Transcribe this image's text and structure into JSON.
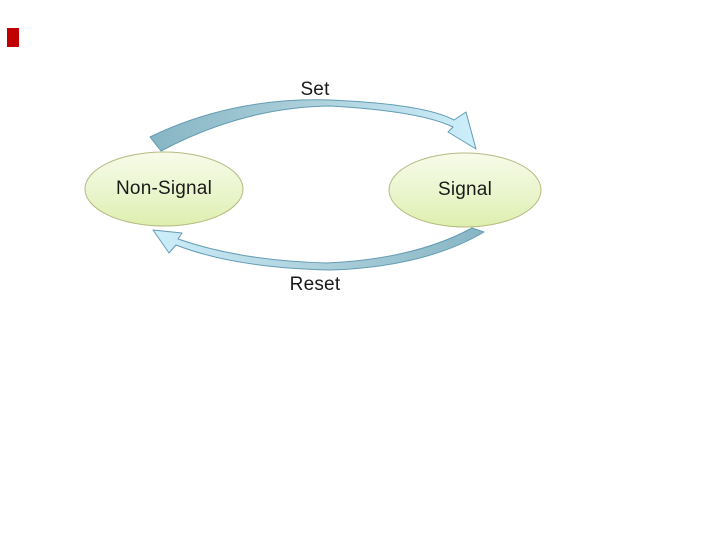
{
  "diagram": {
    "type": "state-cycle",
    "nodes": [
      {
        "id": "non-signal",
        "label": "Non-Signal",
        "shape": "ellipse"
      },
      {
        "id": "signal",
        "label": "Signal",
        "shape": "ellipse"
      }
    ],
    "edges": [
      {
        "id": "set",
        "label": "Set",
        "from": "non-signal",
        "to": "signal",
        "position": "top",
        "style": "tapered-curved-arrow"
      },
      {
        "id": "reset",
        "label": "Reset",
        "from": "signal",
        "to": "non-signal",
        "position": "bottom",
        "style": "tapered-curved-arrow"
      }
    ],
    "decorations": [
      {
        "id": "corner-marker",
        "shape": "rectangle",
        "color": "#c00000",
        "position": "top-left"
      }
    ]
  },
  "theme": {
    "bg": "#ffffff",
    "text": "#1a1a1a",
    "marker-red": "#c00000",
    "node-fill-top": "#f7fbe9",
    "node-fill-bottom": "#ddefae",
    "node-border": "#b7ba81",
    "arrow-teal": "#87b5c4",
    "arrow-mid": "#a9cdd9",
    "arrow-light": "#cdeefb",
    "arrow-stroke": "#649cb2"
  }
}
